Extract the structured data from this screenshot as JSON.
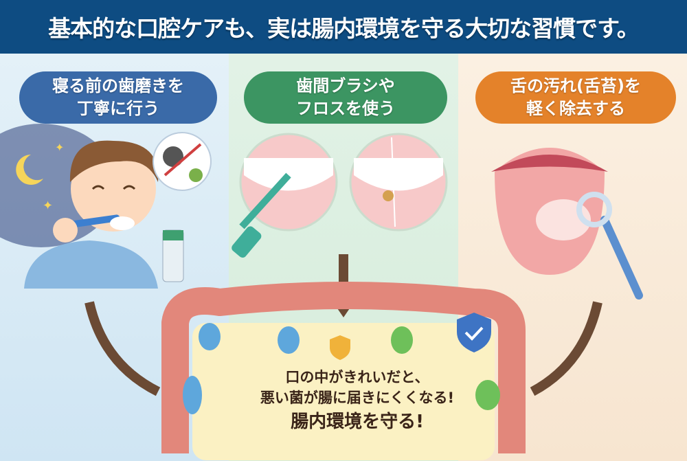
{
  "header": {
    "title": "基本的な口腔ケアも、実は腸内環境を守る大切な習慣です。"
  },
  "steps": [
    {
      "line1": "寝る前の歯磨きを",
      "line2": "丁寧に行う",
      "color": "#3a6aa8"
    },
    {
      "line1": "歯間ブラシや",
      "line2": "フロスを使う",
      "color": "#3c9562"
    },
    {
      "line1": "舌の汚れ(舌苔)を",
      "line2": "軽く除去する",
      "color": "#e4822a"
    }
  ],
  "message": {
    "line1": "口の中がきれいだと、",
    "line2": "悪い菌が腸に届きにくくなる!",
    "line3": "腸内環境を守る!"
  }
}
